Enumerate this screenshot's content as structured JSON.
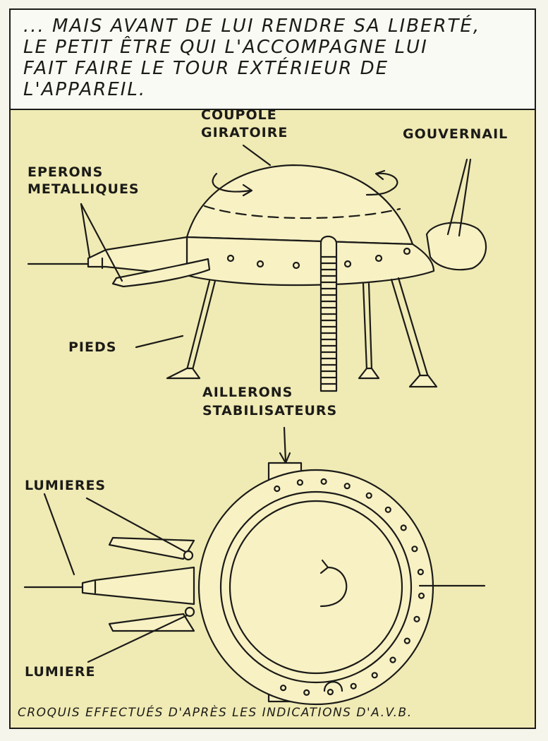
{
  "caption": "... MAIS AVANT DE LUI RENDRE SA LIBERTÉ,\nLE PETIT ÊTRE QUI L'ACCOMPAGNE LUI\nFAIT FAIRE LE TOUR EXTÉRIEUR DE\nL'APPAREIL.",
  "labels": {
    "coupole_line1": "COUPOLE",
    "coupole_line2": "GIRATOIRE",
    "gouvernail": "GOUVERNAIL",
    "eperons_line1": "EPERONS",
    "eperons_line2": "METALLIQUES",
    "pieds": "PIEDS",
    "ailerons_line1": "AILLERONS",
    "ailerons_line2": "STABILISATEURS",
    "lumieres": "LUMIERES",
    "lumiere": "LUMIERE"
  },
  "footer": "CROQUIS EFFECTUÉS D'APRÈS LES INDICATIONS D'A.V.B.",
  "colors": {
    "panel_bg": "#f0eab4",
    "caption_bg": "#fafaf5",
    "ink": "#1b1b18"
  }
}
